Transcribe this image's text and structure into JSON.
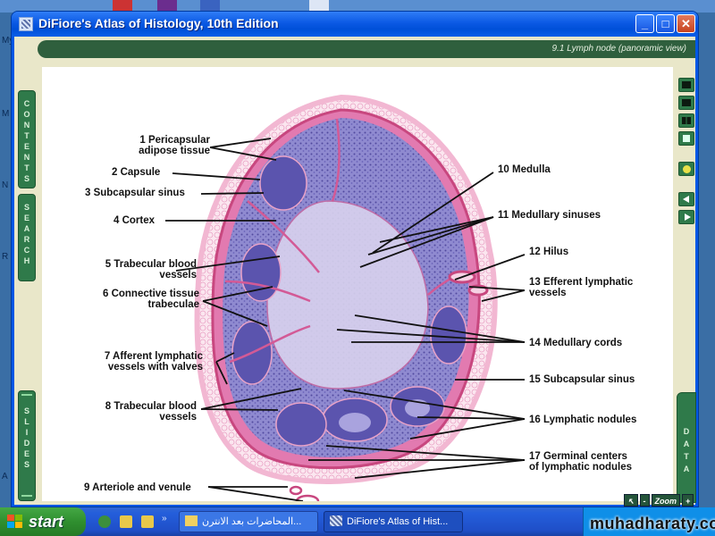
{
  "window": {
    "title": "DiFiore's Atlas of Histology, 10th Edition",
    "minimize_glyph": "_",
    "maximize_glyph": "□",
    "close_glyph": "✕"
  },
  "desktop": {
    "letters": [
      "My",
      "M",
      "N",
      "R",
      "A"
    ]
  },
  "header": {
    "title": "9.1 Lymph node (panoramic view)"
  },
  "left_tabs": [
    {
      "label": "CONTENTS",
      "letters": [
        "C",
        "O",
        "N",
        "T",
        "E",
        "N",
        "T",
        "S"
      ]
    },
    {
      "label": "SEARCH",
      "letters": [
        "S",
        "E",
        "A",
        "R",
        "C",
        "H"
      ]
    },
    {
      "label": "SLIDES",
      "letters": [
        "S",
        "L",
        "I",
        "D",
        "E",
        "S"
      ]
    }
  ],
  "right_tab": {
    "label": "DATA",
    "letters": [
      "D",
      "A",
      "T",
      "A"
    ]
  },
  "labels": {
    "l1a": "1 Pericapsular",
    "l1b": "adipose tissue",
    "l2": "2 Capsule",
    "l3": "3 Subcapsular sinus",
    "l4": "4 Cortex",
    "l5a": "5 Trabecular blood",
    "l5b": "vessels",
    "l6a": "6 Connective tissue",
    "l6b": "trabeculae",
    "l7a": "7 Afferent lymphatic",
    "l7b": "vessels with valves",
    "l8a": "8 Trabecular blood",
    "l8b": "vessels",
    "l9": "9 Arteriole and venule",
    "l10": "10 Medulla",
    "l11": "11 Medullary sinuses",
    "l12": "12 Hilus",
    "l13a": "13 Efferent lymphatic",
    "l13b": "vessels",
    "l14": "14 Medullary cords",
    "l15": "15 Subcapsular sinus",
    "l16": "16 Lymphatic nodules",
    "l17a": "17 Germinal centers",
    "l17b": "of lymphatic nodules"
  },
  "zoom": {
    "minus": "-",
    "label": "Zoom",
    "plus": "+"
  },
  "taskbar": {
    "start_label": "start",
    "overflow": "»",
    "tasks": [
      {
        "label": "المحاضرات بعد الانترن..."
      },
      {
        "label": "DiFiore's Atlas of Hist..."
      }
    ]
  },
  "watermark": "muhadharaty.com",
  "colors": {
    "tissue_purple": "#6a63b8",
    "capsule_pink": "#e0609c",
    "fat_pink": "#f4c8de",
    "ui_green": "#2f7a4a",
    "xp_blue": "#0058e6"
  }
}
